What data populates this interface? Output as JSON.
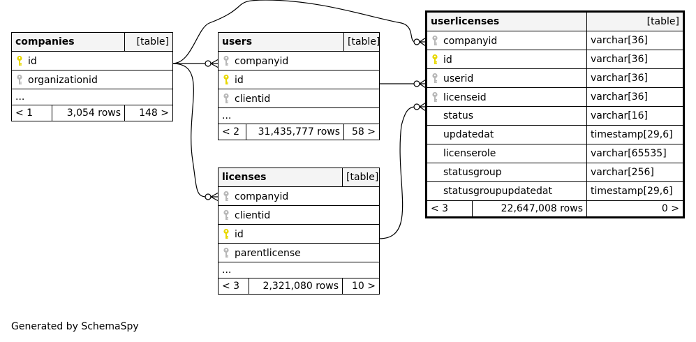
{
  "colors": {
    "primary_key": "#e8d800",
    "foreign_key": "#b8b8b8",
    "header_bg": "#f4f4f4"
  },
  "tables": {
    "companies": {
      "name": "companies",
      "type": "[table]",
      "columns": [
        {
          "name": "id",
          "key": "primary"
        },
        {
          "name": "organizationid",
          "key": "foreign"
        }
      ],
      "more": "...",
      "nav": {
        "prev": "< 1",
        "rows": "3,054 rows",
        "next": "148 >"
      }
    },
    "users": {
      "name": "users",
      "type": "[table]",
      "columns": [
        {
          "name": "companyid",
          "key": "foreign"
        },
        {
          "name": "id",
          "key": "primary"
        },
        {
          "name": "clientid",
          "key": "foreign"
        }
      ],
      "more": "...",
      "nav": {
        "prev": "< 2",
        "rows": "31,435,777 rows",
        "next": "58 >"
      }
    },
    "licenses": {
      "name": "licenses",
      "type": "[table]",
      "columns": [
        {
          "name": "companyid",
          "key": "foreign"
        },
        {
          "name": "clientid",
          "key": "foreign"
        },
        {
          "name": "id",
          "key": "primary"
        },
        {
          "name": "parentlicense",
          "key": "foreign"
        }
      ],
      "more": "...",
      "nav": {
        "prev": "< 3",
        "rows": "2,321,080 rows",
        "next": "10 >"
      }
    },
    "userlicenses": {
      "name": "userlicenses",
      "type": "[table]",
      "columns": [
        {
          "name": "companyid",
          "key": "foreign",
          "dtype": "varchar[36]"
        },
        {
          "name": "id",
          "key": "primary",
          "dtype": "varchar[36]"
        },
        {
          "name": "userid",
          "key": "foreign",
          "dtype": "varchar[36]"
        },
        {
          "name": "licenseid",
          "key": "foreign",
          "dtype": "varchar[36]"
        },
        {
          "name": "status",
          "key": "none",
          "dtype": "varchar[16]"
        },
        {
          "name": "updatedat",
          "key": "none",
          "dtype": "timestamp[29,6]"
        },
        {
          "name": "licenserole",
          "key": "none",
          "dtype": "varchar[65535]"
        },
        {
          "name": "statusgroup",
          "key": "none",
          "dtype": "varchar[256]"
        },
        {
          "name": "statusgroupupdatedat",
          "key": "none",
          "dtype": "timestamp[29,6]"
        }
      ],
      "nav": {
        "prev": "< 3",
        "rows": "22,647,008 rows",
        "next": "0 >"
      }
    }
  },
  "relationships": [
    {
      "from": "companies.id",
      "to": "users.companyid"
    },
    {
      "from": "companies.id",
      "to": "licenses.companyid"
    },
    {
      "from": "companies.id",
      "to": "userlicenses.companyid"
    },
    {
      "from": "users.id",
      "to": "userlicenses.userid"
    },
    {
      "from": "licenses.id",
      "to": "userlicenses.licenseid"
    }
  ],
  "footer": "Generated by SchemaSpy"
}
